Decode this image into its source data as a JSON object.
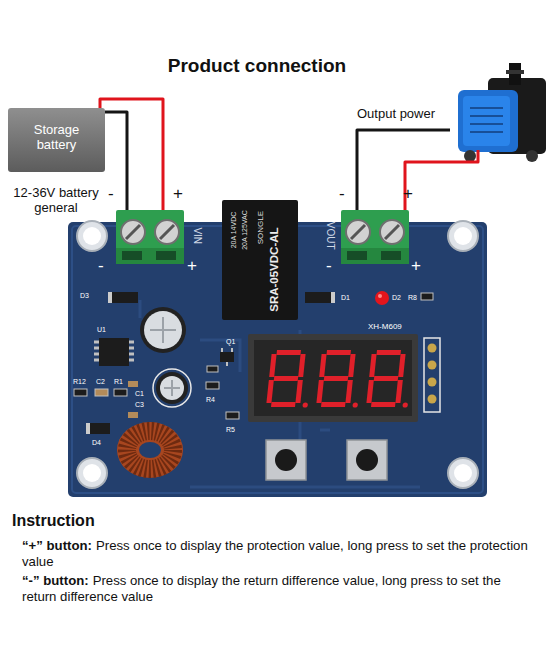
{
  "diagram": {
    "title": "Product connection",
    "nodes": [
      {
        "text": [
          "Storage battery",
          "12-36V battery general"
        ]
      },
      {
        "text": [
          "XH-M609"
        ]
      },
      {
        "text": [
          "SRA-05VDC-AL",
          "SONGLE",
          "20A 14VDC",
          "20A 125VAC"
        ],
        "in": 1
      },
      {
        "text": [
          "Output power"
        ]
      }
    ],
    "edges": [
      {
        "from": 0,
        "to": 1,
        "label": "-",
        "arrow": "none"
      },
      {
        "from": 0,
        "to": 1,
        "label": "+",
        "arrow": "none"
      },
      {
        "from": 1,
        "to": 3,
        "label": "-",
        "arrow": "none"
      },
      {
        "from": 1,
        "to": 3,
        "label": "+",
        "arrow": "none"
      }
    ],
    "labels": [
      "VIN",
      "VOUT",
      "-",
      "+",
      "-",
      "+",
      "D3",
      "D1",
      "D2",
      "R8",
      "U1",
      "R12",
      "C2",
      "R1",
      "C1",
      "C3",
      "D4",
      "Q1",
      "R4",
      "R5",
      "Instruction",
      "“+” button:",
      "Press once to display the protection value, long press to set the protection value",
      "“-” button:",
      "Press once to display the return difference value, long press to set the return difference value"
    ]
  }
}
